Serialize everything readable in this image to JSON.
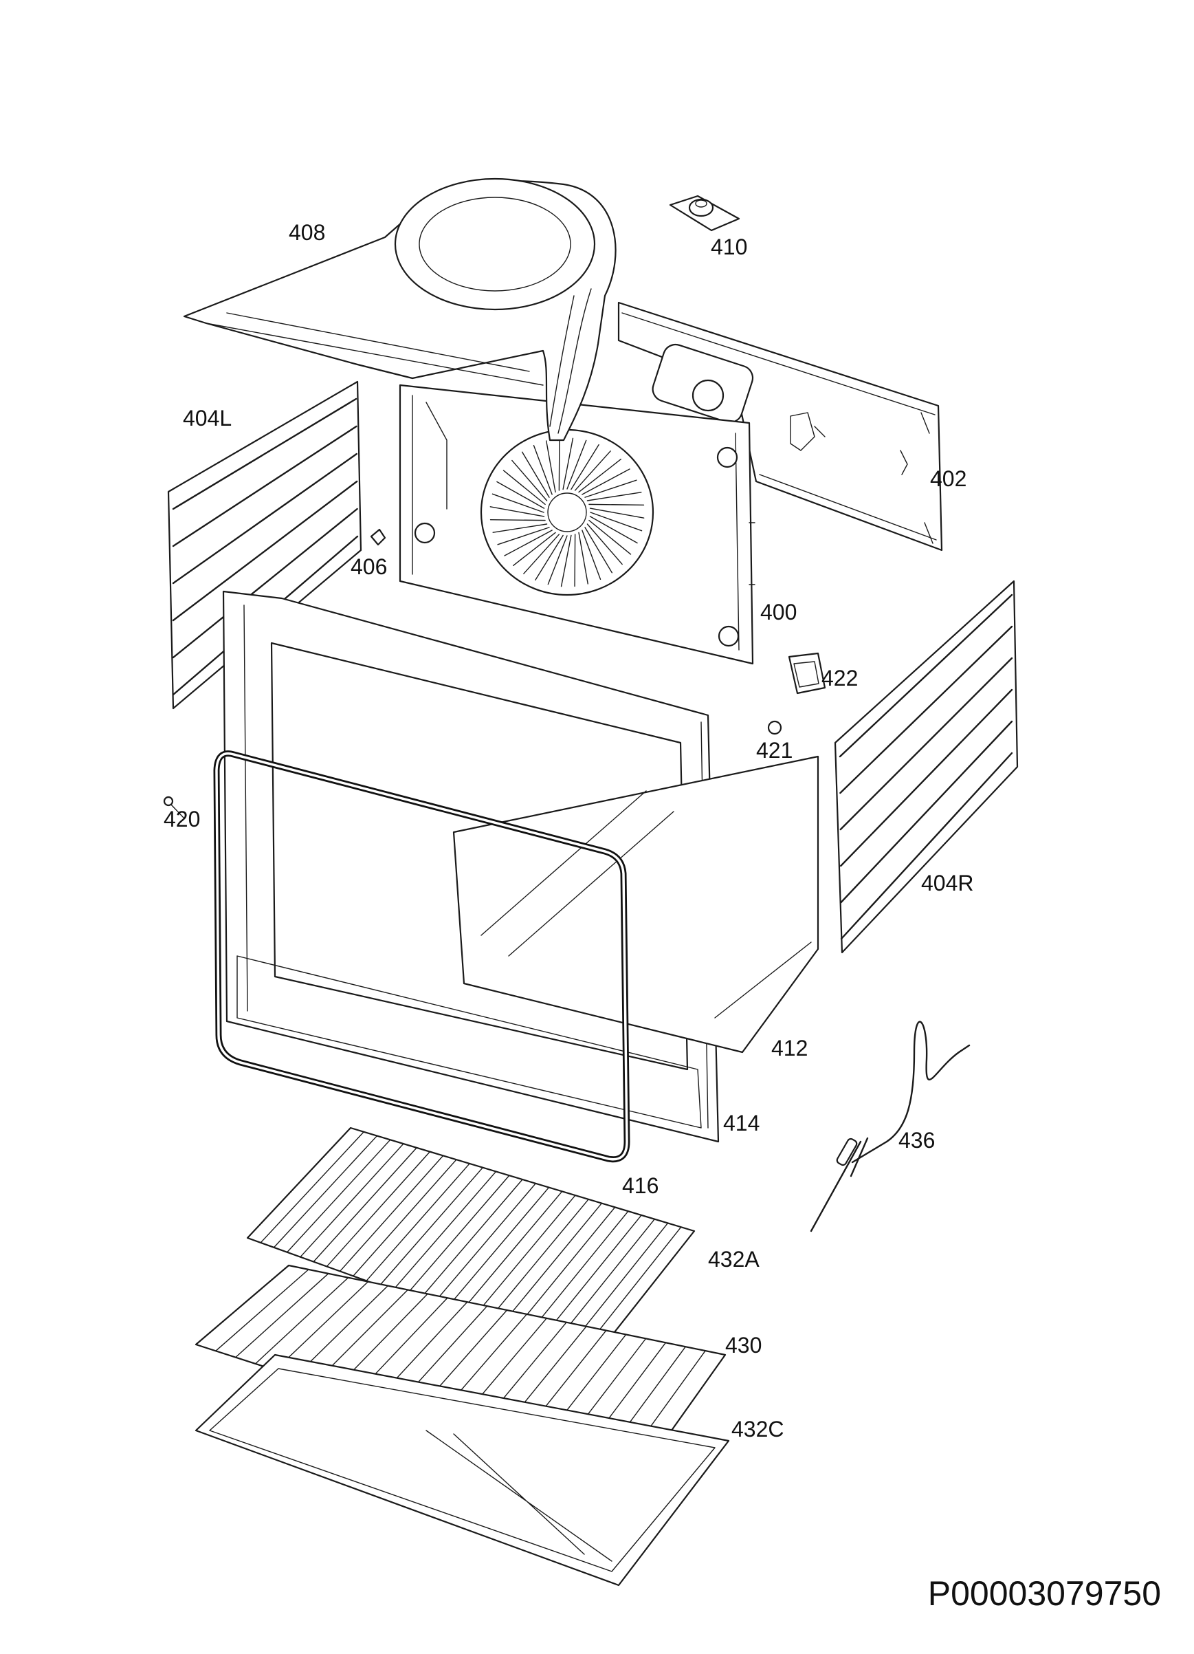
{
  "diagram": {
    "document_code": "P00003079750",
    "parts": [
      {
        "id": "408"
      },
      {
        "id": "410"
      },
      {
        "id": "402"
      },
      {
        "id": "404L"
      },
      {
        "id": "406"
      },
      {
        "id": "400"
      },
      {
        "id": "422"
      },
      {
        "id": "421"
      },
      {
        "id": "420"
      },
      {
        "id": "404R"
      },
      {
        "id": "412"
      },
      {
        "id": "414"
      },
      {
        "id": "436"
      },
      {
        "id": "416"
      },
      {
        "id": "432A"
      },
      {
        "id": "430"
      },
      {
        "id": "432C"
      }
    ]
  }
}
